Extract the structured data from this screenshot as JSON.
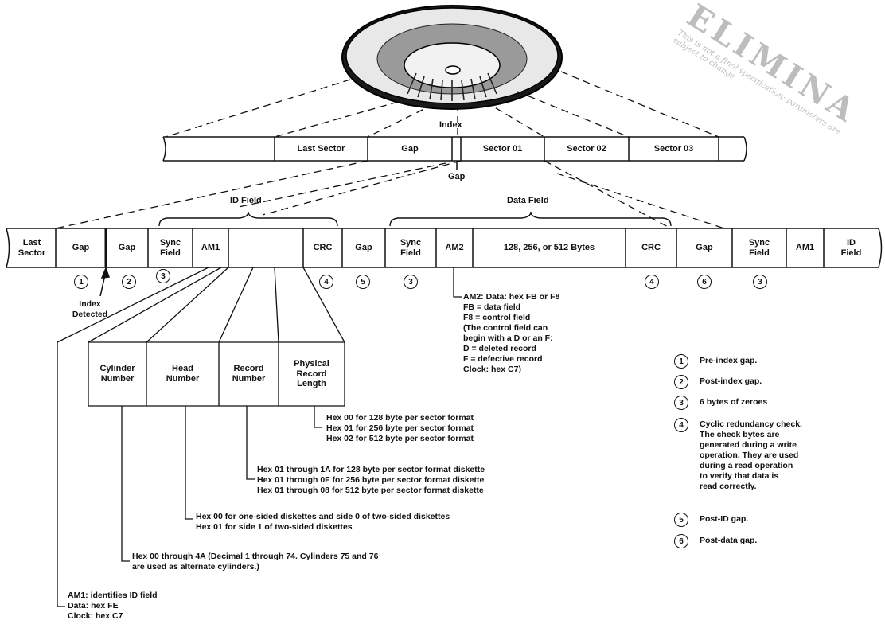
{
  "top_track": {
    "index_label": "Index",
    "gap_below_label": "Gap",
    "cells": [
      "Last Sector",
      "Gap",
      "Sector 01",
      "Sector 02",
      "Sector 03"
    ]
  },
  "field_labels": {
    "id_field": "ID Field",
    "data_field": "Data Field"
  },
  "main_track": {
    "last_sector": "Last Sector",
    "gap1": "Gap",
    "gap2": "Gap",
    "sync1": "Sync Field",
    "am1": "AM1",
    "crc1": "CRC",
    "gap3": "Gap",
    "sync2": "Sync Field",
    "am2": "AM2",
    "data_bytes": "128, 256, or 512 Bytes",
    "crc2": "CRC",
    "gap4": "Gap",
    "sync3": "Sync Field",
    "am1b": "AM1",
    "id_field": "ID Field"
  },
  "markers": [
    "1",
    "2",
    "3",
    "4",
    "5",
    "3",
    "4",
    "6",
    "3"
  ],
  "index_detected": "Index Detected",
  "id_subfields": [
    "Cylinder Number",
    "Head Number",
    "Record Number",
    "Physical Record Length"
  ],
  "am2_note": [
    "AM2: Data: hex FB or F8",
    "FB = data field",
    "F8 = control field",
    "(The control field can",
    "begin with a D or an F:",
    "D = deleted record",
    "F = defective record",
    "Clock: hex C7)"
  ],
  "prl_note": [
    "Hex 00 for 128 byte per sector format",
    "Hex 01 for 256 byte per sector format",
    "Hex 02 for 512 byte per sector format"
  ],
  "record_note": [
    "Hex 01 through 1A for 128 byte per sector format diskette",
    "Hex 01 through 0F for 256 byte per sector format diskette",
    "Hex 01 through 08 for 512 byte per sector format diskette"
  ],
  "head_note": [
    "Hex 00 for one-sided diskettes and side 0 of two-sided diskettes",
    "Hex 01 for side 1 of two-sided diskettes"
  ],
  "cylinder_note": [
    "Hex 00 through 4A (Decimal 1 through 74. Cylinders 75 and 76",
    "are used as alternate cylinders.)"
  ],
  "am1_note": [
    "AM1: identifies ID field",
    "Data: hex FE",
    "Clock: hex C7"
  ],
  "legend": [
    {
      "num": "1",
      "text": "Pre-index gap."
    },
    {
      "num": "2",
      "text": "Post-index gap."
    },
    {
      "num": "3",
      "text": "6 bytes of zeroes"
    },
    {
      "num": "4",
      "text": "Cyclic redundancy check.\nThe check bytes are\ngenerated during a write\noperation. They are used\nduring a read operation\nto verify that data is\nread correctly."
    },
    {
      "num": "5",
      "text": "Post-ID gap."
    },
    {
      "num": "6",
      "text": "Post-data gap."
    }
  ],
  "stamp": {
    "big": "ELIMINA",
    "small": "This is not a final specification; parameters are subject to change"
  }
}
